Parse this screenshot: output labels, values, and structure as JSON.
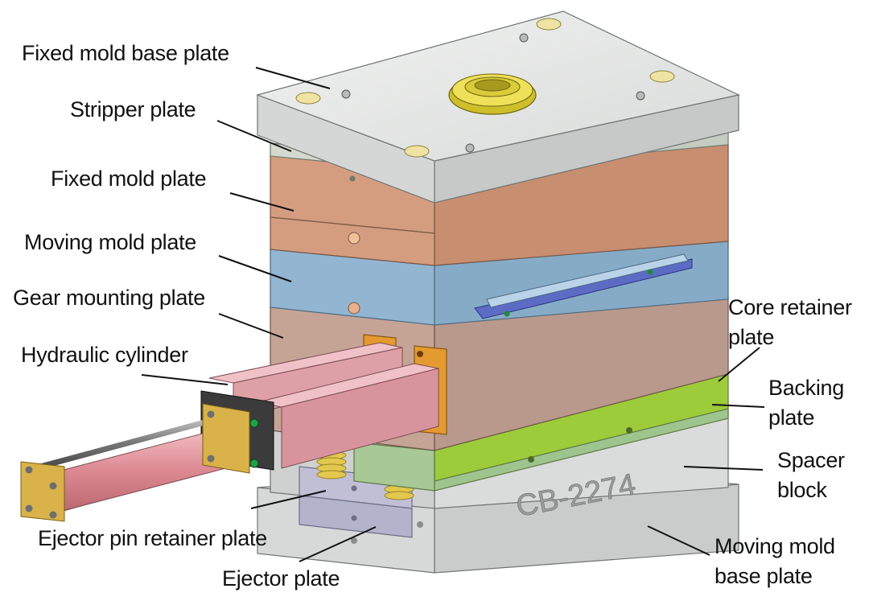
{
  "labels": {
    "fixed_mold_base_plate": "Fixed mold base plate",
    "stripper_plate": "Stripper plate",
    "fixed_mold_plate": "Fixed mold plate",
    "moving_mold_plate": "Moving mold plate",
    "gear_mounting_plate": "Gear mounting plate",
    "hydraulic_cylinder": "Hydraulic cylinder",
    "ejector_pin_retainer_plate": "Ejector pin retainer plate",
    "ejector_plate": "Ejector plate",
    "core_retainer_plate_1": "Core retainer",
    "core_retainer_plate_2": "plate",
    "backing_plate_1": "Backing",
    "backing_plate_2": "plate",
    "spacer_block_1": "Spacer",
    "spacer_block_2": "block",
    "moving_mold_base_plate_1": "Moving mold",
    "moving_mold_base_plate_2": "base plate"
  },
  "engraving": "CB-2274",
  "colors": {
    "base_plate": "#dcdedd",
    "stripper_plate": "#cfd8cc",
    "fixed_mold_plate": "#d39a7c",
    "moving_mold_plate": "#8fb4cf",
    "gear_mounting_plate": "#c3a294",
    "backing_plate": "#9ccc3a",
    "cylinder_body": "#e3a7ad",
    "cylinder_cap": "#d9b24a",
    "orange_bracket": "#e59a2f",
    "spring": "#e2c84e",
    "ejector_plates": "#c0bfd6"
  }
}
